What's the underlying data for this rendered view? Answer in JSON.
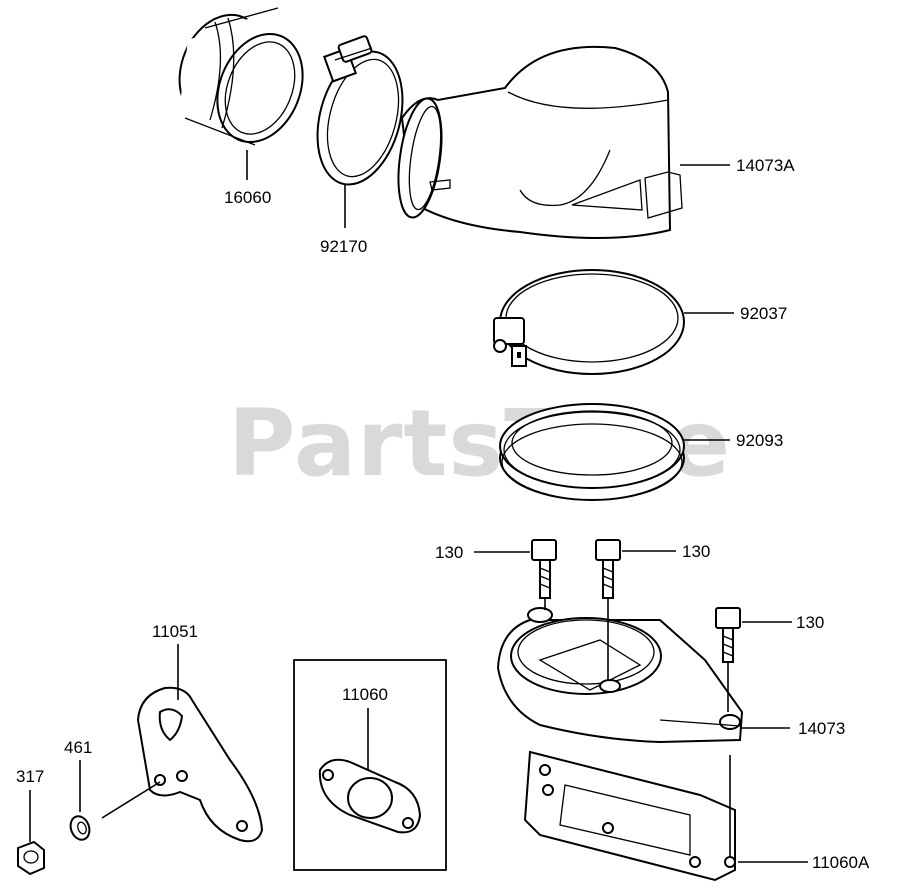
{
  "watermark": "PartsTree",
  "labels": {
    "p16060": "16060",
    "p92170": "92170",
    "p14073A": "14073A",
    "p92037": "92037",
    "p92093": "92093",
    "p130_left": "130",
    "p130_mid": "130",
    "p130_right": "130",
    "p14073": "14073",
    "p11060A": "11060A",
    "p11051": "11051",
    "p11060": "11060",
    "p461": "461",
    "p317": "317"
  },
  "colors": {
    "line": "#000000",
    "watermark": "#d9d9d9",
    "background": "#ffffff"
  }
}
